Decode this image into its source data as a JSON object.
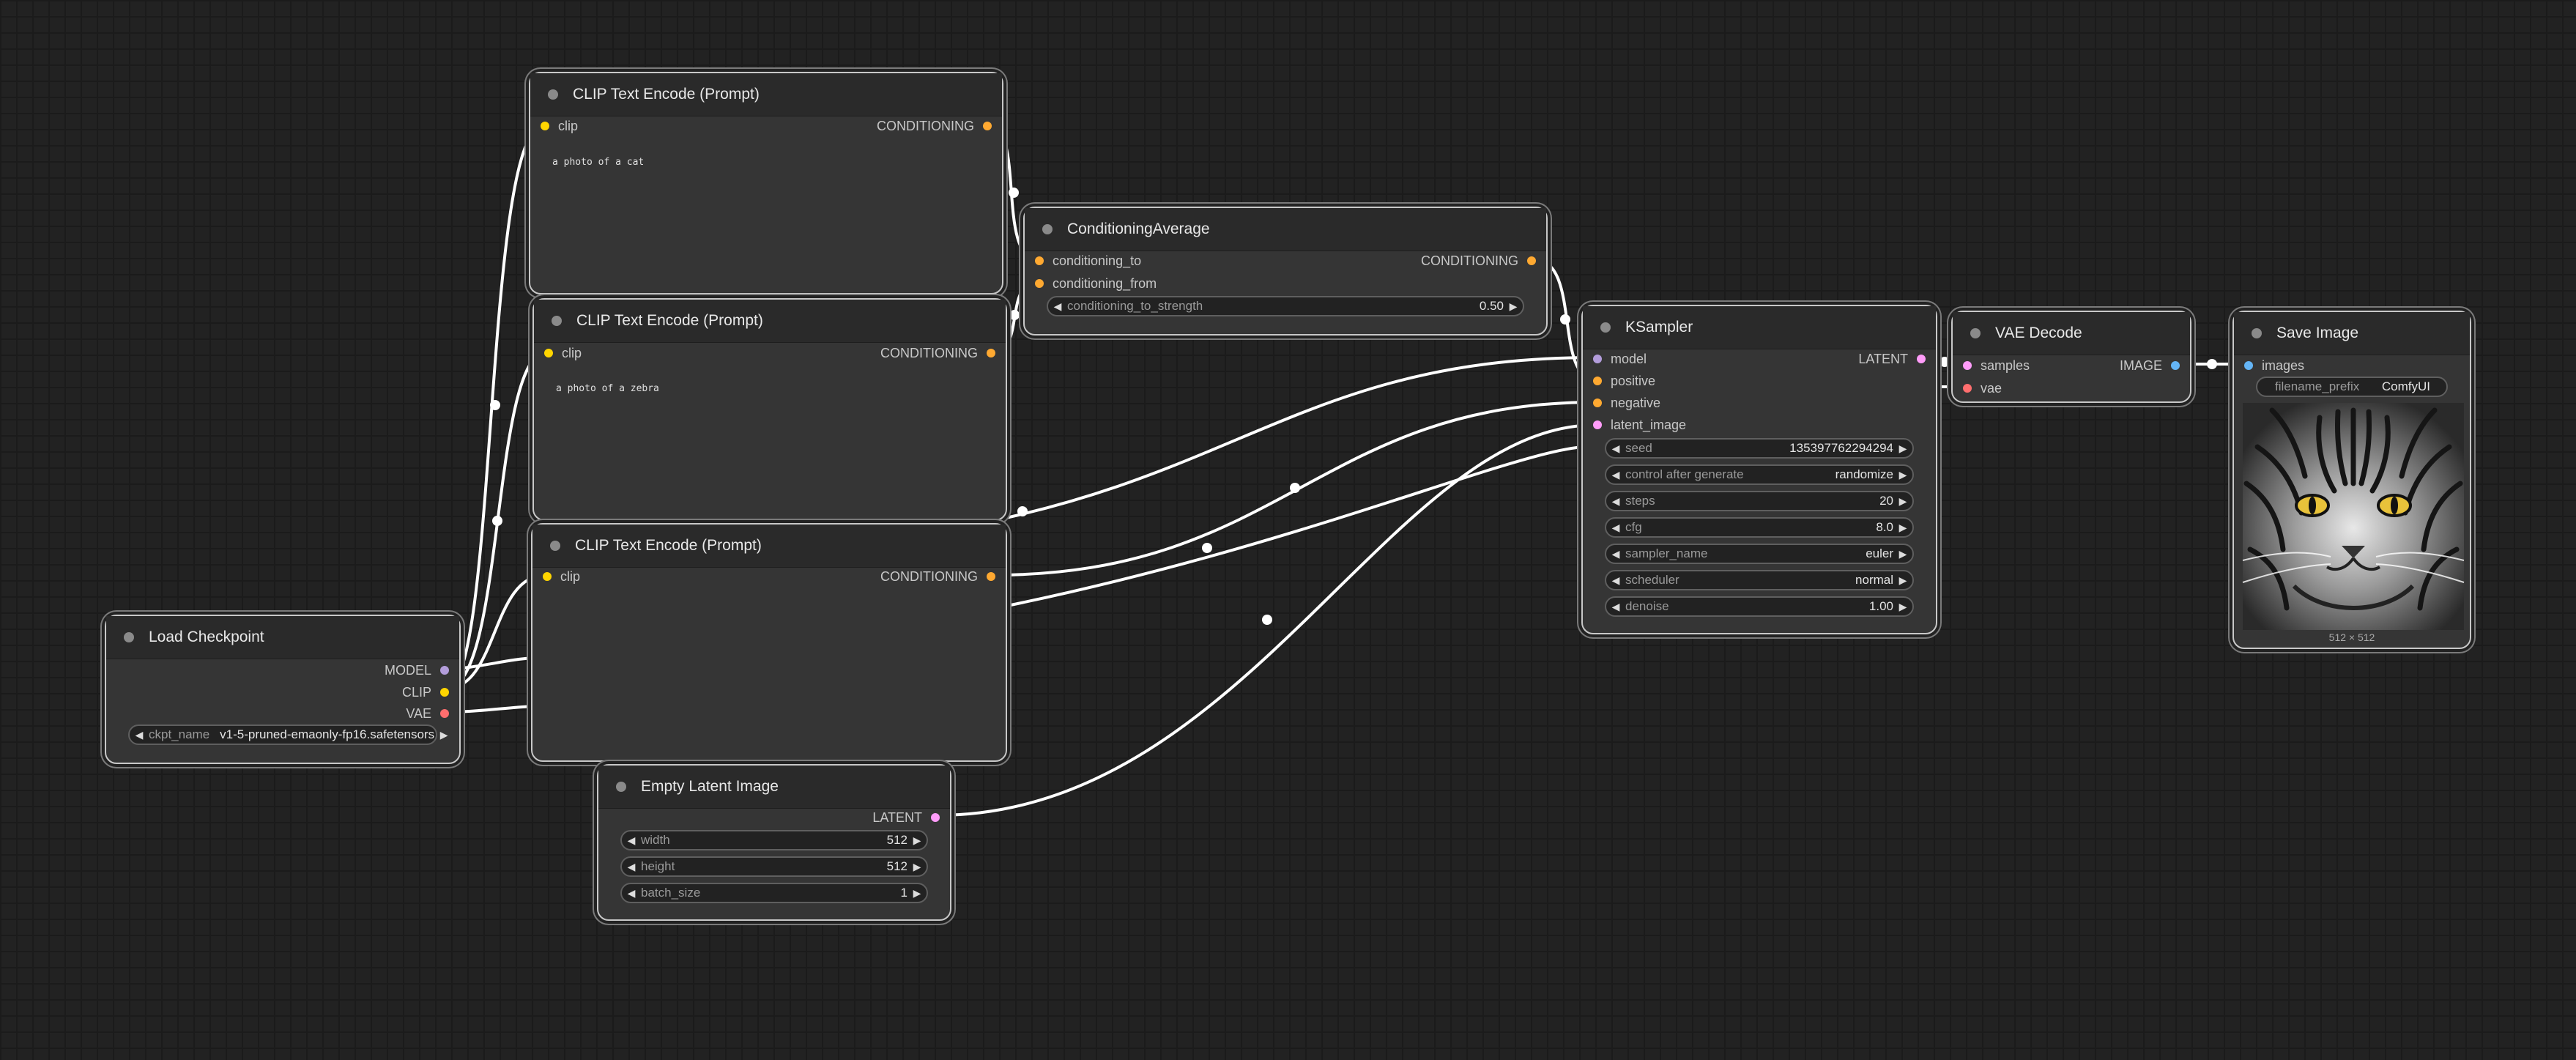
{
  "colors": {
    "background": "#222222",
    "node_body": "#353535",
    "node_title": "#2a2a2a",
    "node_border": "#c8c8c8",
    "wire": "#ffffff",
    "slot_model": "#b39ddb",
    "slot_clip": "#ffd500",
    "slot_vae": "#ff6e6e",
    "slot_conditioning": "#ffa931",
    "slot_latent": "#ff9cf9",
    "slot_image": "#64b5f6"
  },
  "nodes": {
    "clip1": {
      "title": "CLIP Text Encode (Prompt)",
      "input_clip": "clip",
      "output": "CONDITIONING",
      "text": "a photo of a cat"
    },
    "clip2": {
      "title": "CLIP Text Encode (Prompt)",
      "input_clip": "clip",
      "output": "CONDITIONING",
      "text": "a photo of a zebra"
    },
    "clip3": {
      "title": "CLIP Text Encode (Prompt)",
      "input_clip": "clip",
      "output": "CONDITIONING",
      "text": ""
    },
    "cond_avg": {
      "title": "ConditioningAverage",
      "input_to": "conditioning_to",
      "input_from": "conditioning_from",
      "output": "CONDITIONING",
      "strength_label": "conditioning_to_strength",
      "strength_value": "0.50"
    },
    "ksampler": {
      "title": "KSampler",
      "input_model": "model",
      "input_positive": "positive",
      "input_negative": "negative",
      "input_latent": "latent_image",
      "output": "LATENT",
      "widgets": [
        {
          "label": "seed",
          "value": "135397762294294"
        },
        {
          "label": "control after generate",
          "value": "randomize"
        },
        {
          "label": "steps",
          "value": "20"
        },
        {
          "label": "cfg",
          "value": "8.0"
        },
        {
          "label": "sampler_name",
          "value": "euler"
        },
        {
          "label": "scheduler",
          "value": "normal"
        },
        {
          "label": "denoise",
          "value": "1.00"
        }
      ]
    },
    "vae_decode": {
      "title": "VAE Decode",
      "input_samples": "samples",
      "input_vae": "vae",
      "output": "IMAGE"
    },
    "save_image": {
      "title": "Save Image",
      "input_images": "images",
      "prefix_label": "filename_prefix",
      "prefix_value": "ComfyUI",
      "image_size": "512 × 512"
    },
    "load_ckpt": {
      "title": "Load Checkpoint",
      "output_model": "MODEL",
      "output_clip": "CLIP",
      "output_vae": "VAE",
      "ckpt_label": "ckpt_name",
      "ckpt_value": "v1-5-pruned-emaonly-fp16.safetensors"
    },
    "empty_latent": {
      "title": "Empty Latent Image",
      "output": "LATENT",
      "widgets": [
        {
          "label": "width",
          "value": "512"
        },
        {
          "label": "height",
          "value": "512"
        },
        {
          "label": "batch_size",
          "value": "1"
        }
      ]
    }
  }
}
